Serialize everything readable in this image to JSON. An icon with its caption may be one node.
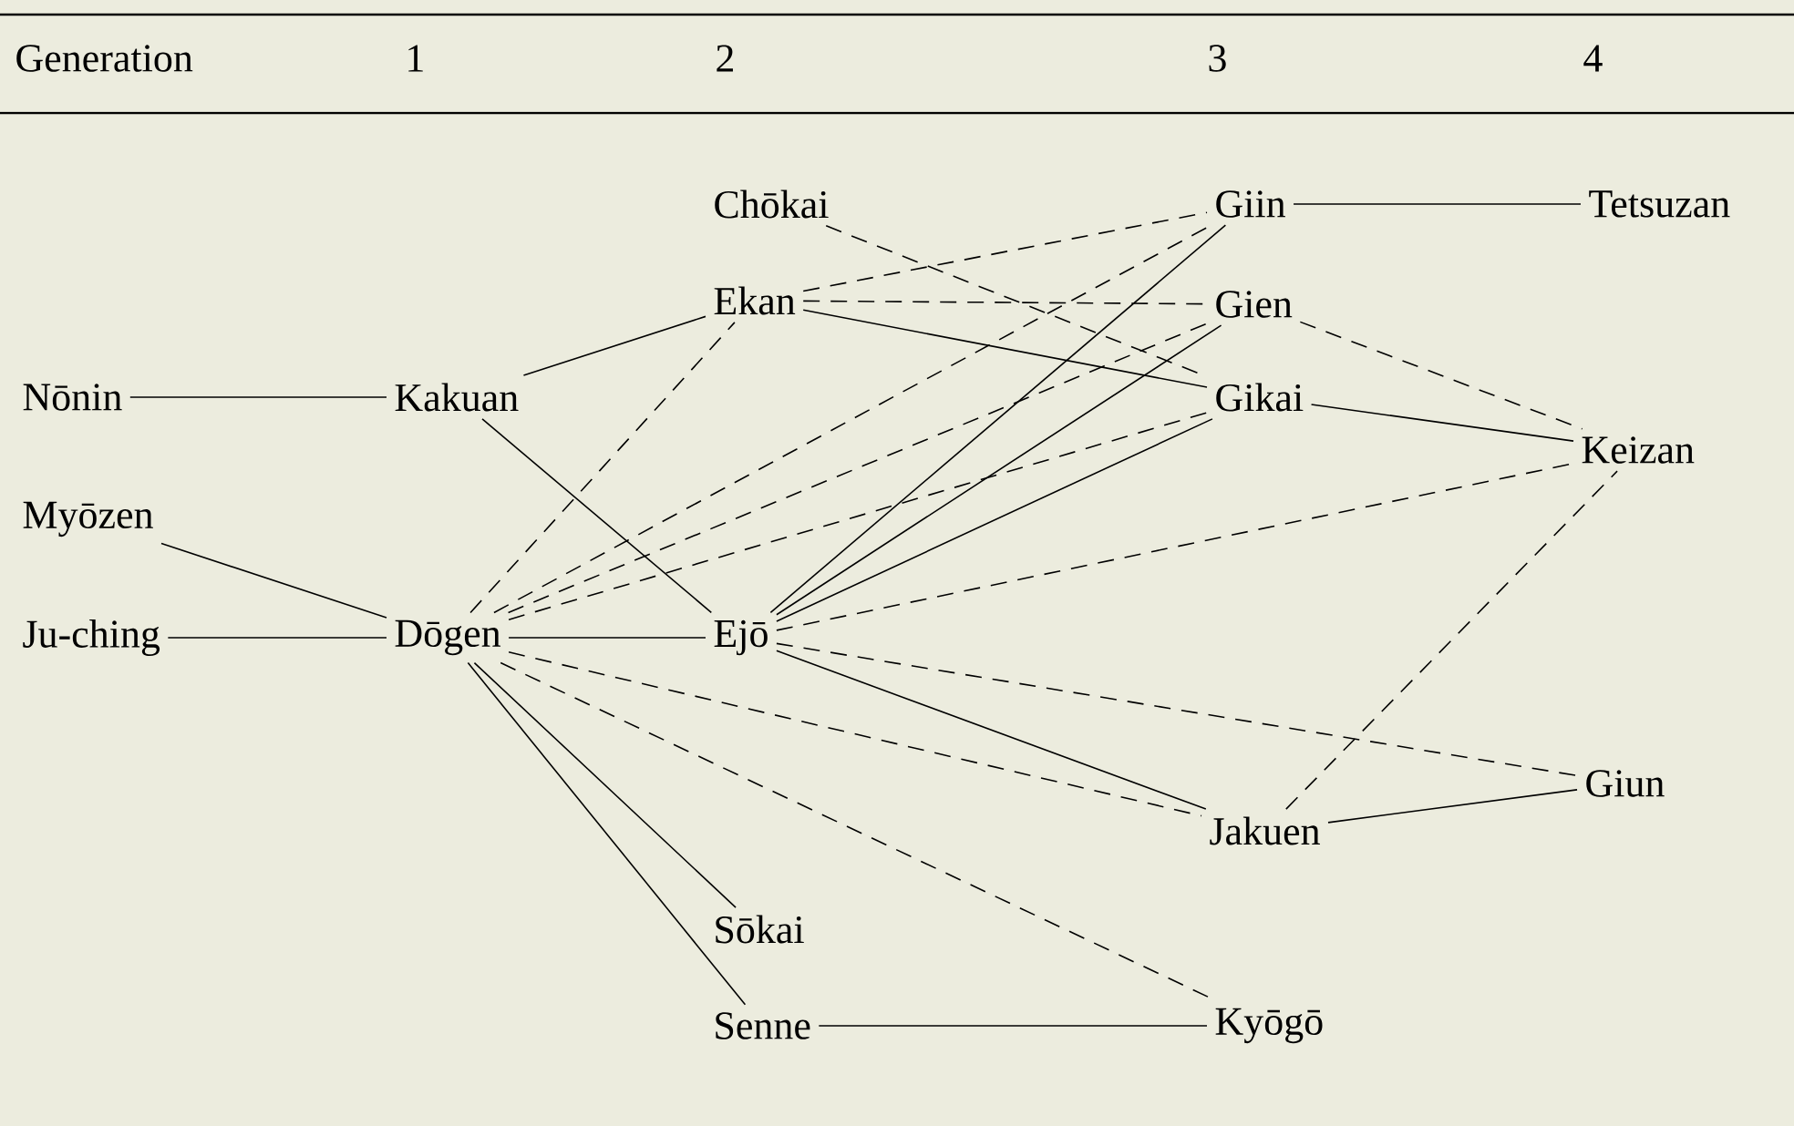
{
  "diagram": {
    "nodes": [
      {
        "text": [
          "Nōnin"
        ]
      },
      {
        "text": [
          "Myōzen"
        ]
      },
      {
        "text": [
          "Ju-ching"
        ]
      },
      {
        "text": [
          "Kakuan"
        ]
      },
      {
        "text": [
          "Dōgen"
        ]
      },
      {
        "text": [
          "Chōkai"
        ]
      },
      {
        "text": [
          "Ekan"
        ]
      },
      {
        "text": [
          "Ejō"
        ]
      },
      {
        "text": [
          "Giin"
        ]
      },
      {
        "text": [
          "Gien"
        ]
      },
      {
        "text": [
          "Gikai"
        ]
      },
      {
        "text": [
          "Jakuen"
        ]
      },
      {
        "text": [
          "Sōkai"
        ]
      },
      {
        "text": [
          "Senne"
        ]
      },
      {
        "text": [
          "Kyōgō"
        ]
      },
      {
        "text": [
          "Tetsuzan"
        ]
      },
      {
        "text": [
          "Keizan"
        ]
      },
      {
        "text": [
          "Giun"
        ]
      }
    ],
    "edges": [
      {
        "from": 0,
        "to": 3,
        "arrow": "none"
      },
      {
        "from": 1,
        "to": 4,
        "arrow": "none"
      },
      {
        "from": 2,
        "to": 4,
        "arrow": "none"
      },
      {
        "from": 3,
        "to": 6,
        "arrow": "none"
      },
      {
        "from": 3,
        "to": 7,
        "arrow": "none"
      },
      {
        "from": 4,
        "to": 6,
        "arrow": "none",
        "style": "dashed"
      },
      {
        "from": 4,
        "to": 8,
        "arrow": "none",
        "style": "dashed"
      },
      {
        "from": 4,
        "to": 9,
        "arrow": "none",
        "style": "dashed"
      },
      {
        "from": 4,
        "to": 10,
        "arrow": "none",
        "style": "dashed"
      },
      {
        "from": 4,
        "to": 7,
        "arrow": "none"
      },
      {
        "from": 4,
        "to": 11,
        "arrow": "none",
        "style": "dashed"
      },
      {
        "from": 4,
        "to": 14,
        "arrow": "none",
        "style": "dashed"
      },
      {
        "from": 4,
        "to": 12,
        "arrow": "none"
      },
      {
        "from": 4,
        "to": 13,
        "arrow": "none"
      },
      {
        "from": 5,
        "to": 10,
        "arrow": "none",
        "style": "dashed"
      },
      {
        "from": 6,
        "to": 8,
        "arrow": "none",
        "style": "dashed"
      },
      {
        "from": 6,
        "to": 9,
        "arrow": "none",
        "style": "dashed"
      },
      {
        "from": 6,
        "to": 10,
        "arrow": "none"
      },
      {
        "from": 7,
        "to": 8,
        "arrow": "none"
      },
      {
        "from": 7,
        "to": 9,
        "arrow": "none"
      },
      {
        "from": 7,
        "to": 10,
        "arrow": "none"
      },
      {
        "from": 7,
        "to": 16,
        "arrow": "none",
        "style": "dashed"
      },
      {
        "from": 7,
        "to": 17,
        "arrow": "none",
        "style": "dashed"
      },
      {
        "from": 7,
        "to": 11,
        "arrow": "none"
      },
      {
        "from": 8,
        "to": 15,
        "arrow": "none"
      },
      {
        "from": 9,
        "to": 16,
        "arrow": "none",
        "style": "dashed"
      },
      {
        "from": 10,
        "to": 16,
        "arrow": "none"
      },
      {
        "from": 11,
        "to": 16,
        "arrow": "none",
        "style": "dashed"
      },
      {
        "from": 11,
        "to": 17,
        "arrow": "none"
      },
      {
        "from": 13,
        "to": 14,
        "arrow": "none"
      }
    ],
    "labels": [
      "Generation",
      "1",
      "2",
      "3",
      "4"
    ]
  }
}
